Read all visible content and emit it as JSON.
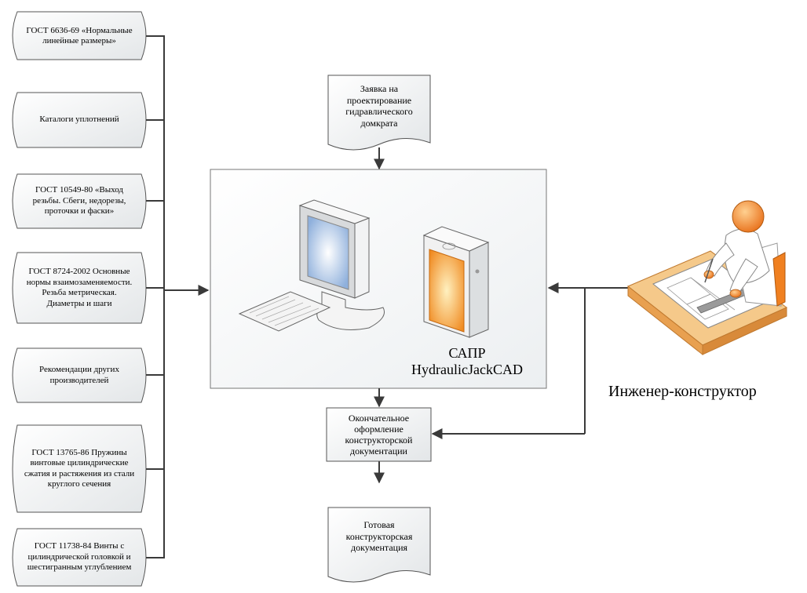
{
  "sources": [
    {
      "text": "ГОСТ 6636-69 «Нормальные линейные размеры»"
    },
    {
      "text": "Каталоги уплотнений"
    },
    {
      "text": "ГОСТ 10549-80 «Выход резьбы. Сбеги, недорезы, проточки и фаски»"
    },
    {
      "text": "ГОСТ 8724-2002 Основные нормы взаимозаменяемости. Резьба метрическая. Диаметры и шаги"
    },
    {
      "text": "Рекомендации других производителей"
    },
    {
      "text": "ГОСТ 13765-86 Пружины винтовые цилиндрические сжатия и растяжения из стали круглого сечения"
    },
    {
      "text": "ГОСТ 11738-84 Винты с цилиндрической головкой и шестигранным углублением"
    }
  ],
  "request_doc": "Заявка на проектирование гидравлического домкрата",
  "cad_system": {
    "line1": "САПР",
    "line2": "HydraulicJackCAD"
  },
  "final_process": "Окончательное оформление конструкторской документации",
  "output_doc": "Готовая конструкторская документация",
  "engineer_label": "Инженер-конструктор",
  "colors": {
    "line": "#3a3a3a",
    "box_fill": "#f4f6f7",
    "person": "#f08020",
    "desk": "#f5c98a"
  }
}
